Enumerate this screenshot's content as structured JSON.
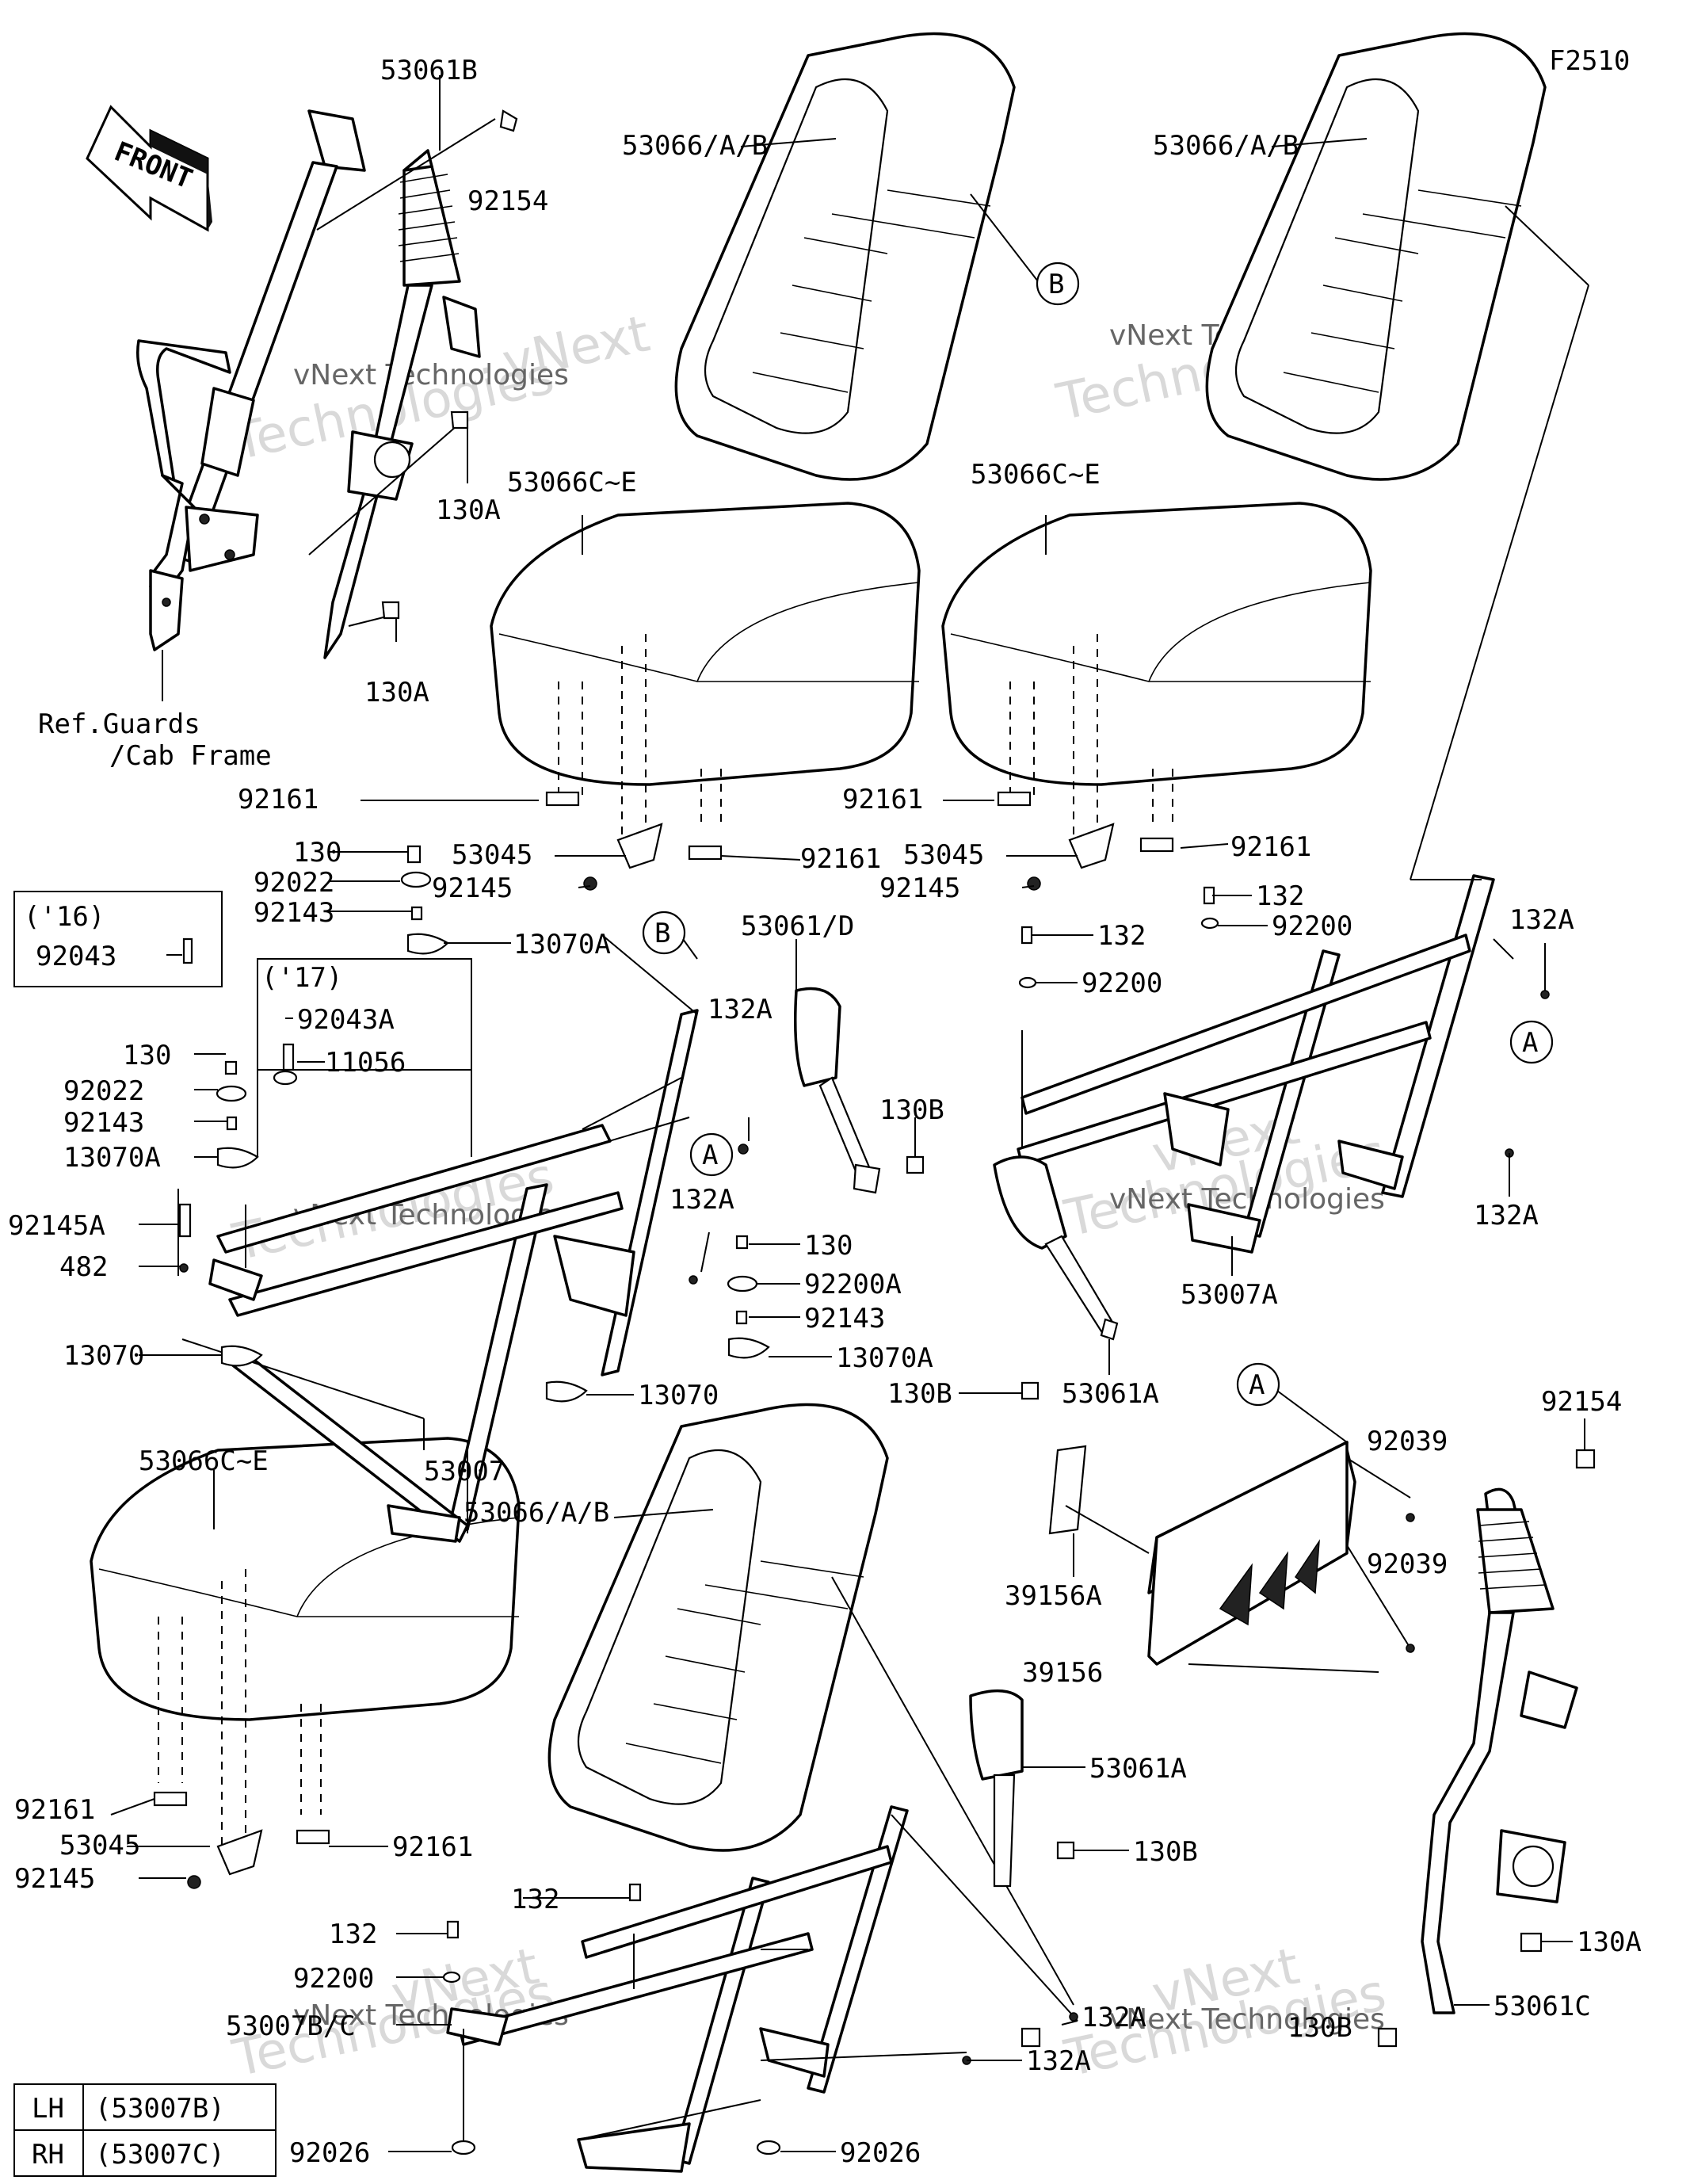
{
  "figure_code": "F2510",
  "front_arrow": "FRONT",
  "ref_note": [
    "Ref.Guards",
    "/Cab Frame"
  ],
  "variant_16": "('16)",
  "variant_17": "('17)",
  "watermark": {
    "big": "Technologies",
    "small": "vNext Technologies",
    "brand": "vNext"
  },
  "callout_a": "A",
  "callout_b": "B",
  "labels": {
    "p53061B": "53061B",
    "p92154_top": "92154",
    "p130A_1": "130A",
    "p130A_2": "130A",
    "p53066_1": "53066/A/B",
    "p53066_2": "53066/A/B",
    "p53066_3": "53066/A/B",
    "p53066C_1": "53066C~E",
    "p53066C_2": "53066C~E",
    "p53066C_3": "53066C~E",
    "p92161_1": "92161",
    "p92161_2": "92161",
    "p92161_3": "92161",
    "p92161_4": "92161",
    "p92161_5": "92161",
    "p92161_6": "92161",
    "p53045_1": "53045",
    "p53045_2": "53045",
    "p53045_3": "53045",
    "p92145_1": "92145",
    "p92145_2": "92145",
    "p92145_3": "92145",
    "p130_1": "130",
    "p92022_1": "92022",
    "p92143_1": "92143",
    "p13070A_1": "13070A",
    "p92043": "92043",
    "p92043A": "92043A",
    "p11056": "11056",
    "p130_2": "130",
    "p92022_2": "92022",
    "p92143_2": "92143",
    "p13070A_2": "13070A",
    "p92145A": "92145A",
    "p482": "482",
    "p13070_1": "13070",
    "p13070_2": "13070",
    "p53007": "53007",
    "p132A_1": "132A",
    "p132A_2": "132A",
    "p53061D": "53061/D",
    "p130B_1": "130B",
    "p130_3": "130",
    "p92200A": "92200A",
    "p92143_3": "92143",
    "p13070A_3": "13070A",
    "p132_1": "132",
    "p92200_1": "92200",
    "p132_2": "132",
    "p92200_2": "92200",
    "p132A_3": "132A",
    "p132A_4": "132A",
    "p53007A": "53007A",
    "p130B_2": "130B",
    "p53061A_1": "53061A",
    "p92039_1": "92039",
    "p92039_2": "92039",
    "p39156A": "39156A",
    "p39156": "39156",
    "p92154_right": "92154",
    "p53061A_2": "53061A",
    "p130B_3": "130B",
    "p132_3": "132",
    "p132_4": "132",
    "p92200_3": "92200",
    "p53007BC": "53007B/C",
    "p132A_5": "132A",
    "p132A_6": "132A",
    "p130A_3": "130A",
    "p53061C": "53061C",
    "p130B_4": "130B",
    "p92026_1": "92026",
    "p92026_2": "92026"
  },
  "legend_table": {
    "rows": [
      {
        "side": "LH",
        "part": "(53007B)"
      },
      {
        "side": "RH",
        "part": "(53007C)"
      }
    ]
  }
}
